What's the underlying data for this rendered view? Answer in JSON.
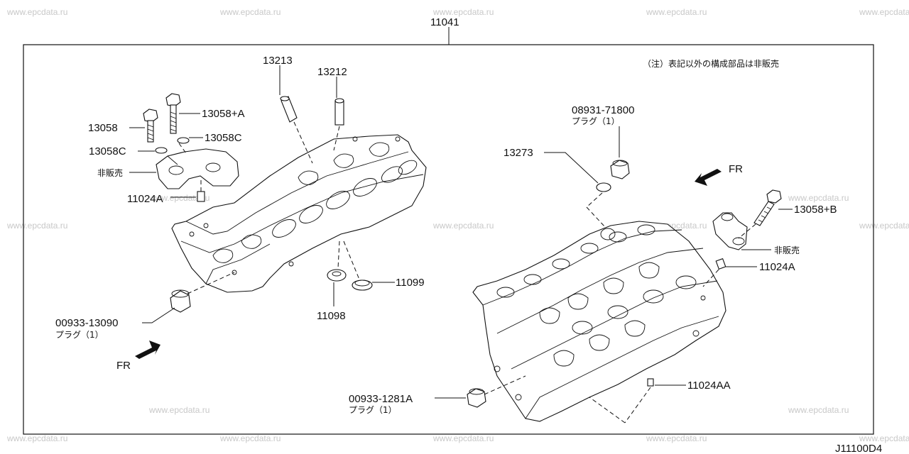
{
  "diagram": {
    "assembly_number": "11041",
    "page_code": "J11100D4",
    "note": "（注）表記以外の構成部品は非販売",
    "watermark": "www.epcdata.ru",
    "direction_label": "FR",
    "left_head": {
      "parts": [
        {
          "id": "13213",
          "label": "13213"
        },
        {
          "id": "13212",
          "label": "13212"
        },
        {
          "id": "13058-plus-a",
          "label": "13058+A"
        },
        {
          "id": "13058",
          "label": "13058"
        },
        {
          "id": "13058c-upper",
          "label": "13058C"
        },
        {
          "id": "13058c-lower",
          "label": "13058C"
        },
        {
          "id": "not-for-sale",
          "label": "非販売"
        },
        {
          "id": "11024a",
          "label": "11024A"
        },
        {
          "id": "11099",
          "label": "11099"
        },
        {
          "id": "11098",
          "label": "11098"
        },
        {
          "id": "00933-13090",
          "label": "00933-13090",
          "sub": "プラグ（1）"
        }
      ]
    },
    "right_head": {
      "parts": [
        {
          "id": "08931-71800",
          "label": "08931-71800",
          "sub": "プラグ（1）"
        },
        {
          "id": "13273",
          "label": "13273"
        },
        {
          "id": "13058-plus-b",
          "label": "13058+B"
        },
        {
          "id": "not-for-sale",
          "label": "非販売"
        },
        {
          "id": "11024a",
          "label": "11024A"
        },
        {
          "id": "11024aa",
          "label": "11024AA"
        },
        {
          "id": "00933-1281a",
          "label": "00933-1281A",
          "sub": "プラグ（1）"
        }
      ]
    }
  }
}
